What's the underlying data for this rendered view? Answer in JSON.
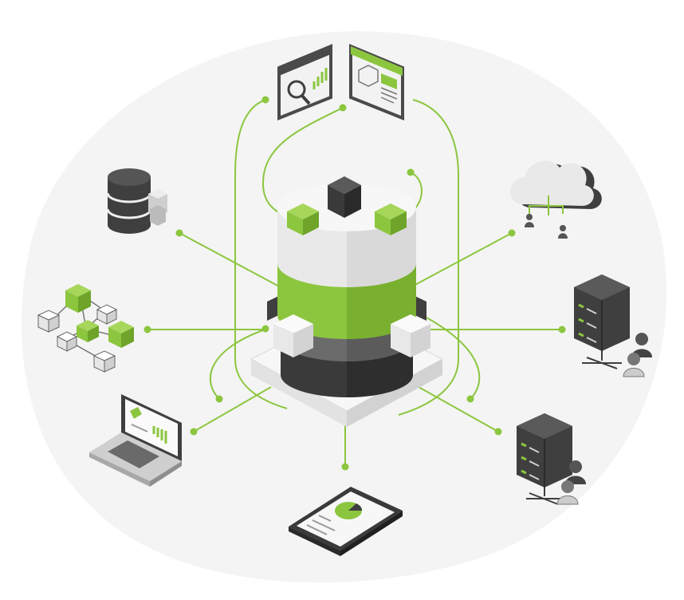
{
  "colors": {
    "accent_green": "#8cc63f",
    "dark_green": "#5f9a24",
    "dark_gray": "#3f3f3f",
    "mid_gray": "#6b6b6b",
    "light_gray": "#e6e6e6",
    "backdrop": "#f3f3f3"
  },
  "nodes": [
    {
      "name": "central-data-hub",
      "icon": "database-cylinder-icon"
    },
    {
      "name": "analytics-search-screen",
      "icon": "magnifier-chart-window-icon"
    },
    {
      "name": "model-document-screen",
      "icon": "3d-model-document-window-icon"
    },
    {
      "name": "database-stack",
      "icon": "database-icon"
    },
    {
      "name": "cloud-users",
      "icon": "cloud-network-icon"
    },
    {
      "name": "cube-network",
      "icon": "cube-network-icon"
    },
    {
      "name": "server-rack-with-users-upper",
      "icon": "server-users-icon"
    },
    {
      "name": "laptop-dashboard",
      "icon": "laptop-chart-icon"
    },
    {
      "name": "server-rack-with-users-lower",
      "icon": "server-users-icon"
    },
    {
      "name": "tablet-chart",
      "icon": "tablet-pie-chart-icon"
    }
  ]
}
